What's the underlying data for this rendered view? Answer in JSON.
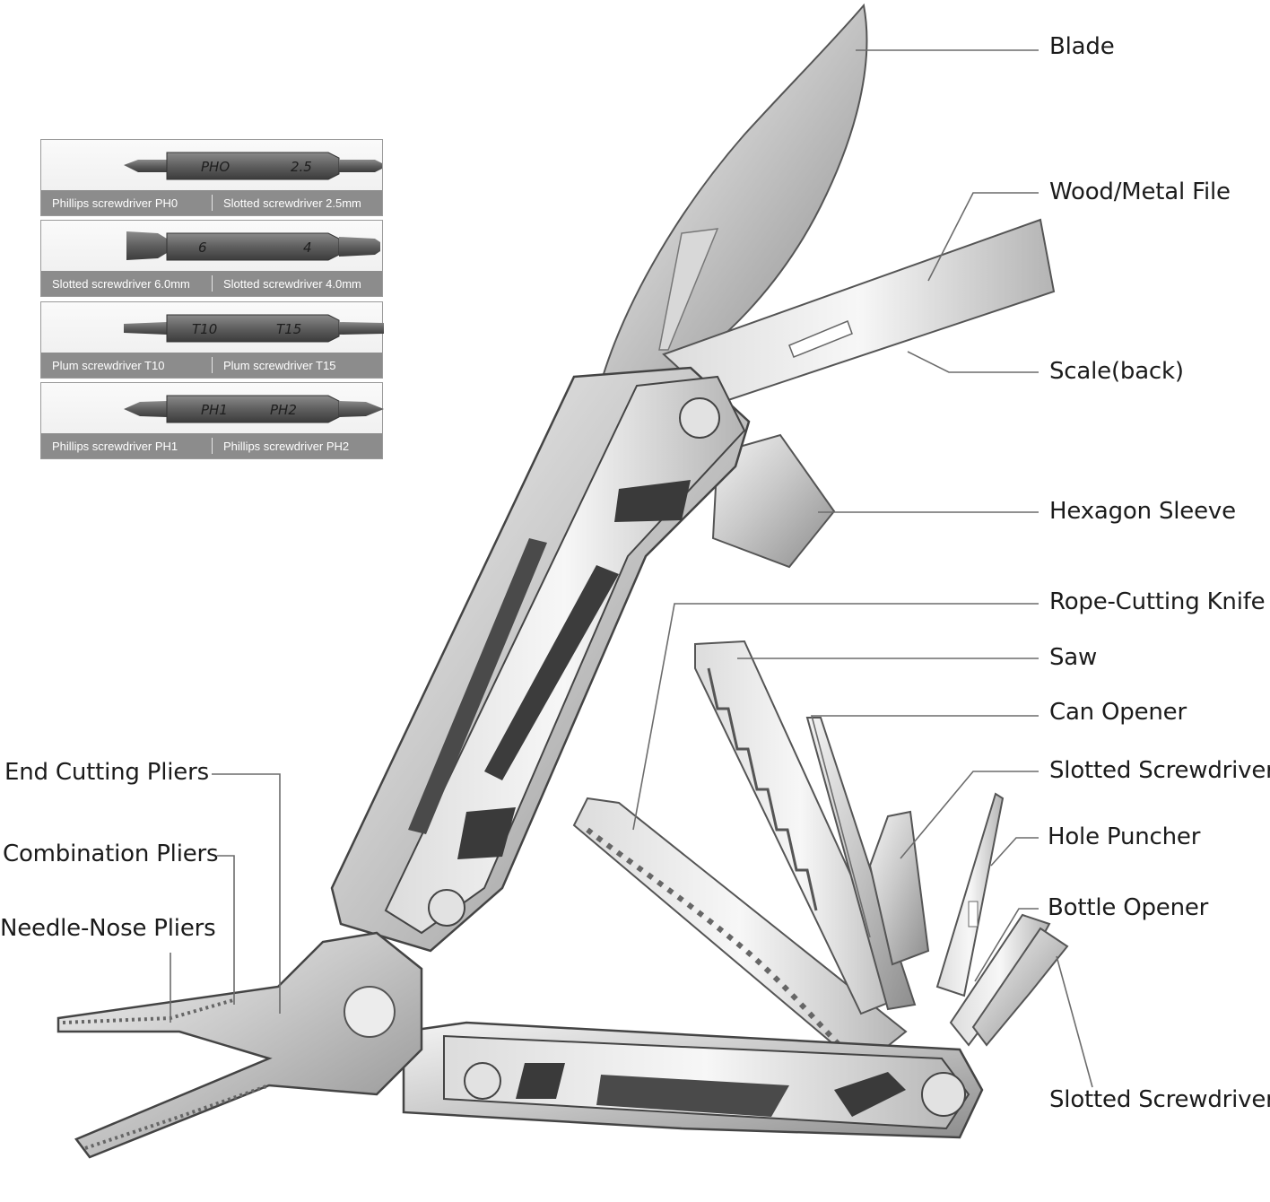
{
  "labels_right": [
    "Blade",
    "Wood/Metal File",
    "Scale(back)",
    "Hexagon Sleeve",
    "Rope-Cutting Knife",
    "Saw",
    "Can Opener",
    "Slotted Screwdriver",
    "Hole Puncher",
    "Bottle Opener",
    "Slotted Screwdriver"
  ],
  "labels_left": [
    "End Cutting Pliers",
    "Combination Pliers",
    "Needle-Nose Pliers"
  ],
  "bits": [
    {
      "left_mark": "PHO",
      "right_mark": "2.5",
      "left_caption": "Phillips screwdriver PH0",
      "right_caption": "Slotted screwdriver 2.5mm"
    },
    {
      "left_mark": "6",
      "right_mark": "4",
      "left_caption": "Slotted screwdriver 6.0mm",
      "right_caption": "Slotted screwdriver 4.0mm"
    },
    {
      "left_mark": "T10",
      "right_mark": "T15",
      "left_caption": "Plum screwdriver T10",
      "right_caption": "Plum screwdriver T15"
    },
    {
      "left_mark": "PH1",
      "right_mark": "PH2",
      "left_caption": "Phillips screwdriver PH1",
      "right_caption": "Phillips screwdriver PH2"
    }
  ]
}
